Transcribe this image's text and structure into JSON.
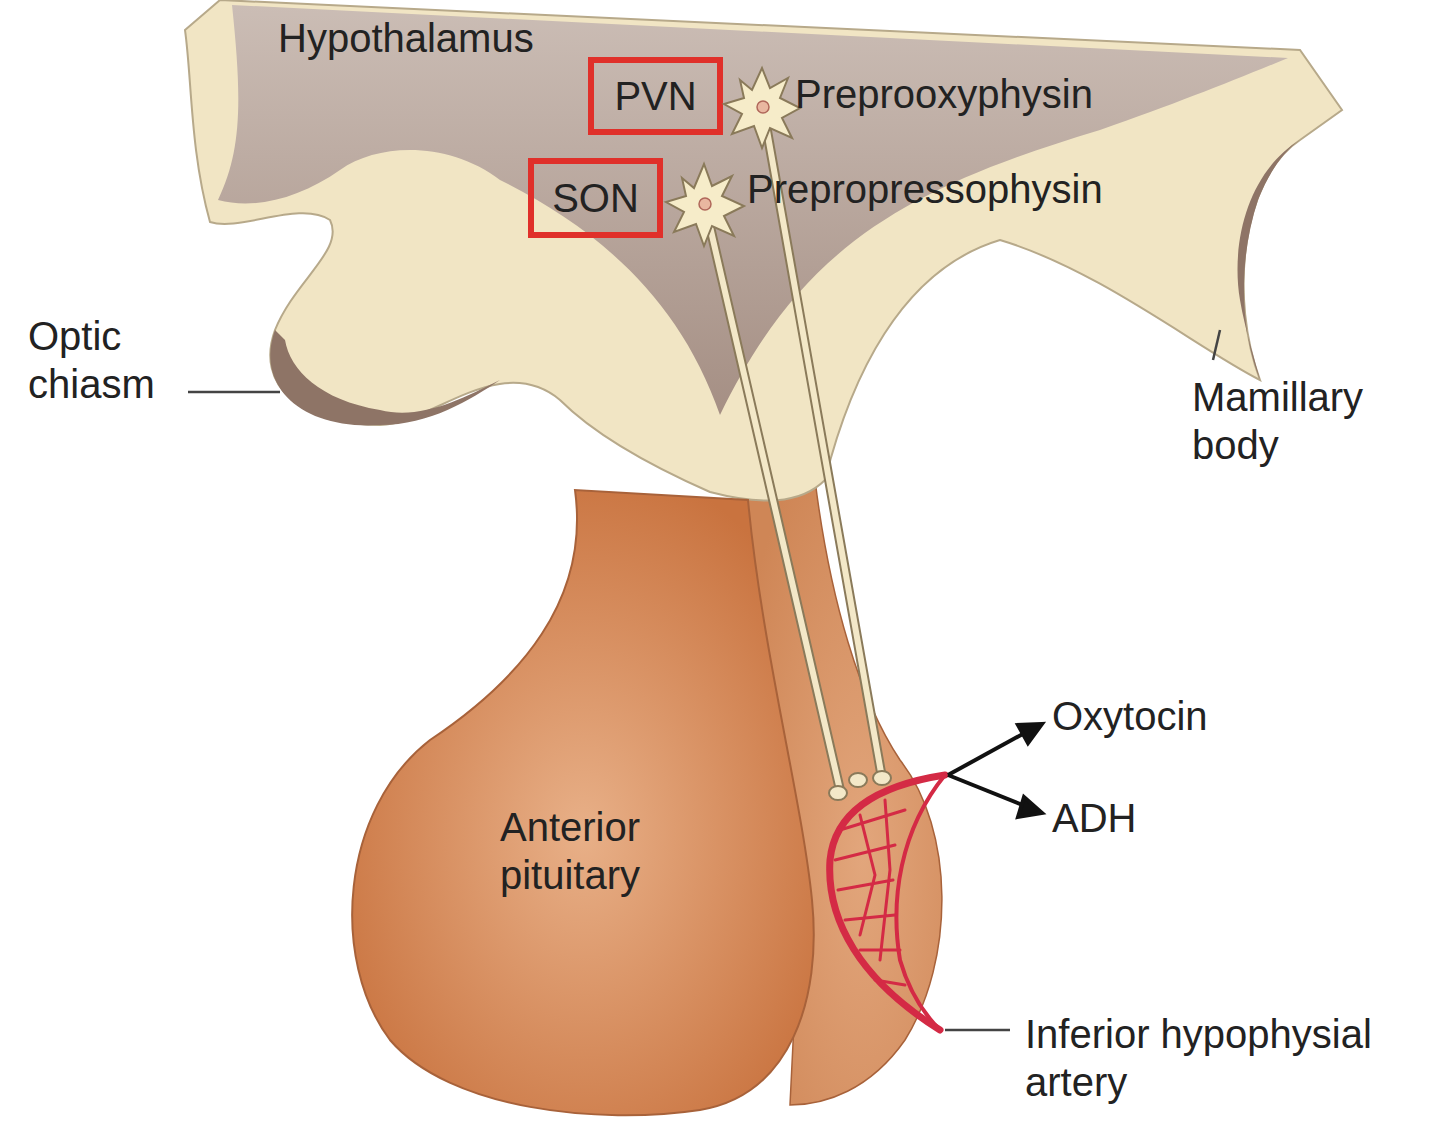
{
  "diagram": {
    "nodes": [
      {
        "text": [
          "Hypothalamus"
        ]
      },
      {
        "text": [
          "PVN"
        ],
        "in": 0
      },
      {
        "text": [
          "SON"
        ],
        "in": 0
      },
      {
        "text": [
          "Anterior pituitary"
        ]
      }
    ],
    "labels": [
      "Preprooxyphysin",
      "Prepropressophysin",
      "Optic chiasm",
      "Mamillary body",
      "Oxytocin",
      "ADH",
      "Inferior hypophysial artery"
    ]
  }
}
